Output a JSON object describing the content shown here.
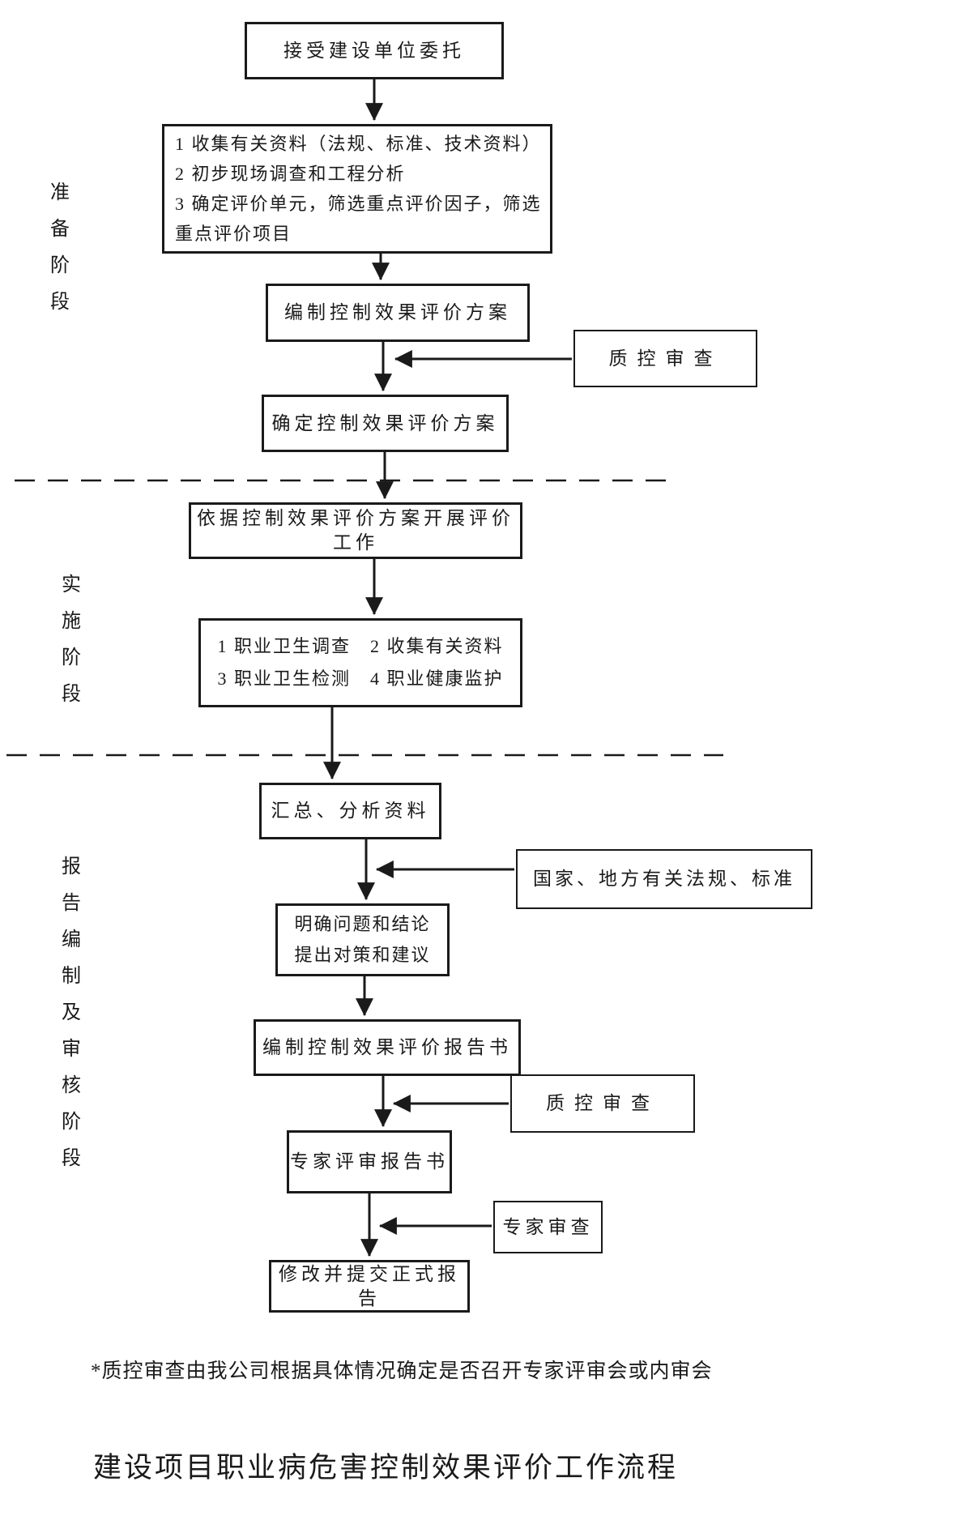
{
  "page_title": "建设项目职业病危害控制效果评价工作流程",
  "footnote": "*质控审查由我公司根据具体情况确定是否召开专家评审会或内审会",
  "stage_labels": {
    "preparation": "准备阶段",
    "implementation": "实施阶段",
    "reporting": "报告编制及审核阶段"
  },
  "boxes": {
    "accept": "接受建设单位委托",
    "prep_line1": "1 收集有关资料（法规、标准、技术资料）",
    "prep_line2": "2 初步现场调查和工程分析",
    "prep_line3": "3 确定评价单元，筛选重点评价因子，筛选",
    "prep_line4": "重点评价项目",
    "draft_plan": "编制控制效果评价方案",
    "qc_review_1": "质控审查",
    "confirm_plan": "确定控制效果评价方案",
    "carry_out": "依据控制效果评价方案开展评价工作",
    "impl_line1": "1 职业卫生调查　2 收集有关资料",
    "impl_line2": "3 职业卫生检测　4 职业健康监护",
    "summarize": "汇总、分析资料",
    "laws": "国家、地方有关法规、标准",
    "conclusions_line1": "明确问题和结论",
    "conclusions_line2": "提出对策和建议",
    "draft_report": "编制控制效果评价报告书",
    "qc_review_2": "质控审查",
    "expert_review_report": "专家评审报告书",
    "expert_review": "专家审查",
    "final_report": "修改并提交正式报告"
  }
}
